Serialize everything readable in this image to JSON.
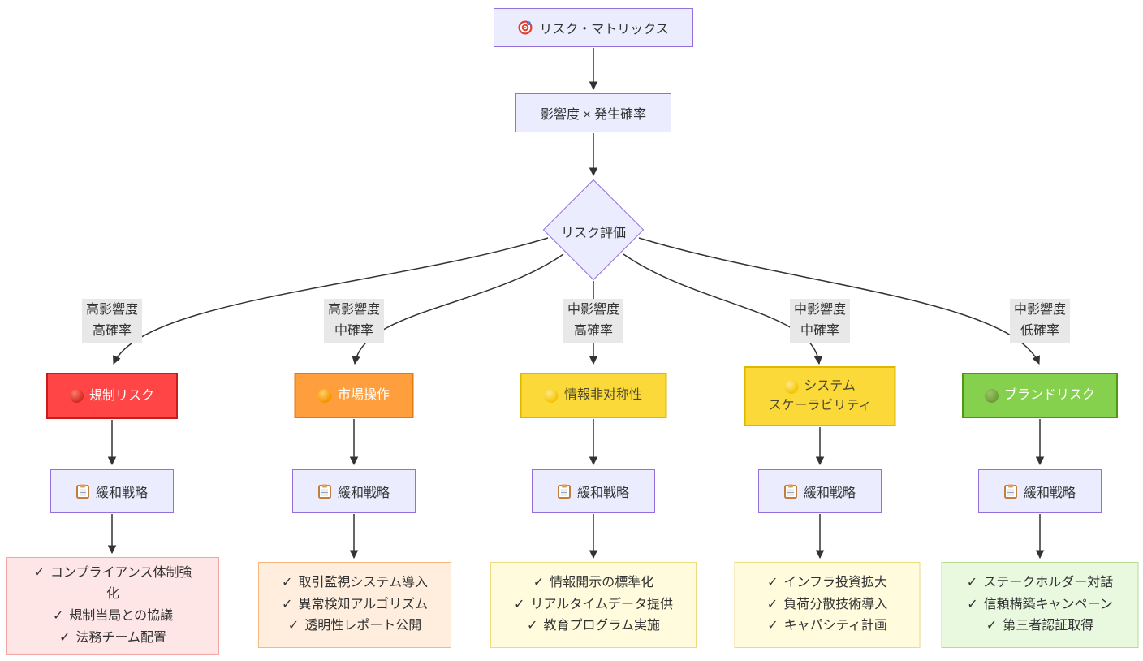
{
  "title_node": {
    "label": "リスク・マトリックス",
    "icon": "target-icon"
  },
  "formula_node": {
    "label": "影響度 × 発生確率"
  },
  "decision_node": {
    "label": "リスク評価"
  },
  "strategy_label": "緩和戦略",
  "strategy_icon": "clipboard-icon",
  "check_icon": "✓",
  "theme": {
    "background": "#ffffff",
    "node_fill": "#ECECFF",
    "node_border": "#9370DB",
    "edge_label_bg": "#e8e8e8",
    "text_color": "#333333",
    "line_color": "#333333"
  },
  "columns": [
    {
      "edge_label": {
        "line1": "高影響度",
        "line2": "高確率"
      },
      "risk": {
        "label": "規制リスク",
        "icon": "red-circle-icon",
        "fill": "#ff4545",
        "border": "#c81c1c",
        "text_color": "#ffffff"
      },
      "actions": [
        "コンプライアンス体制強化",
        "規制当局との協議",
        "法務チーム配置"
      ],
      "actions_style": {
        "fill": "#ffe6e6",
        "border": "#f2a5a5"
      }
    },
    {
      "edge_label": {
        "line1": "高影響度",
        "line2": "中確率"
      },
      "risk": {
        "label": "市場操作",
        "icon": "orange-circle-icon",
        "fill": "#ff9e3d",
        "border": "#e07b13",
        "text_color": "#ffffff"
      },
      "actions": [
        "取引監視システム導入",
        "異常検知アルゴリズム",
        "透明性レポート公開"
      ],
      "actions_style": {
        "fill": "#ffeedd",
        "border": "#f5b97f"
      }
    },
    {
      "edge_label": {
        "line1": "中影響度",
        "line2": "高確率"
      },
      "risk": {
        "label": "情報非对称性",
        "icon": "yellow-circle-icon",
        "fill": "#fbd938",
        "border": "#dcb900",
        "text_color": "#4d4a33"
      },
      "actions": [
        "情報開示の標準化",
        "リアルタイムデータ提供",
        "教育プログラム実施"
      ],
      "actions_style": {
        "fill": "#fffbdc",
        "border": "#eeda7f"
      }
    },
    {
      "edge_label": {
        "line1": "中影響度",
        "line2": "中確率"
      },
      "risk": {
        "label": "システム",
        "label2": "スケーラビリティ",
        "icon": "yellow-circle-icon",
        "fill": "#fbd938",
        "border": "#dcb900",
        "text_color": "#4d4a33"
      },
      "actions": [
        "インフラ投資拡大",
        "負荷分散技術導入",
        "キャパシティ計画"
      ],
      "actions_style": {
        "fill": "#fffbdc",
        "border": "#eeda7f"
      }
    },
    {
      "edge_label": {
        "line1": "中影響度",
        "line2": "低確率"
      },
      "risk": {
        "label": "ブランドリスク",
        "icon": "green-circle-icon",
        "fill": "#85d14e",
        "border": "#4d9a12",
        "text_color": "#ffffff"
      },
      "actions": [
        "ステークホルダー対話",
        "信頼構築キャンペーン",
        "第三者認証取得"
      ],
      "actions_style": {
        "fill": "#e9f9df",
        "border": "#b5dc96"
      }
    }
  ]
}
